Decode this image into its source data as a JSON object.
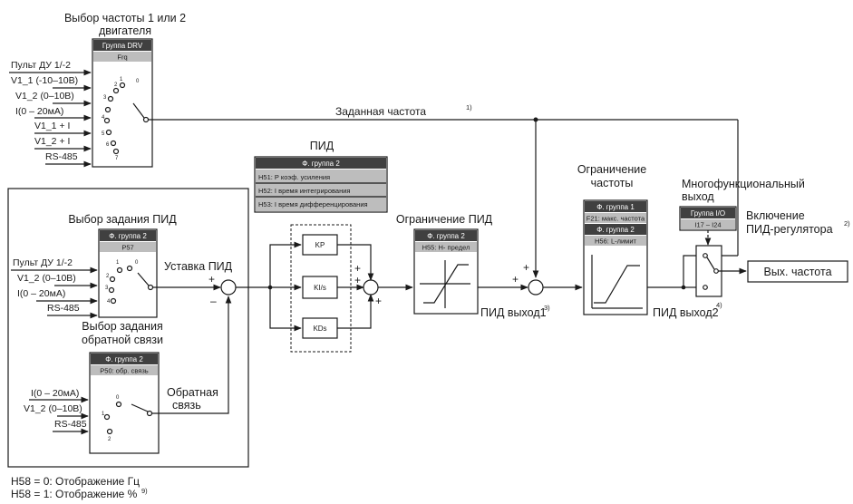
{
  "motor_select": {
    "title_line1": "Выбор частоты 1 или 2",
    "title_line2": "двигателя",
    "group": "Группа DRV",
    "param": "Frq",
    "inputs": [
      "Пульт ДУ 1/-2",
      "V1_1 (-10–10В)",
      "V1_2 (0–10В)",
      "I(0 – 20мА)",
      "V1_1 + I",
      "V1_2 + I",
      "RS-485"
    ],
    "switch_nums": [
      "0",
      "1",
      "2",
      "3",
      "4",
      "5",
      "6",
      "7"
    ]
  },
  "set_freq": {
    "label": "Заданная частота",
    "note": "1)"
  },
  "pid": {
    "title": "ПИД",
    "group": "Ф. группа 2",
    "params": [
      "H51: P коэф. усиления",
      "H52: I время интегрирования",
      "H53: I время дифференцирования"
    ],
    "blocks": [
      "KP",
      "KI/s",
      "KDs"
    ]
  },
  "pid_ref_select": {
    "title": "Выбор задания ПИД",
    "group": "Ф. группа 2",
    "param": "P57",
    "inputs": [
      "Пульт ДУ 1/-2",
      "V1_2 (0–10В)",
      "I(0 – 20мА)",
      "RS-485"
    ],
    "switch_nums": [
      "0",
      "1",
      "2",
      "3",
      "4"
    ]
  },
  "setpoint_label": "Уставка ПИД",
  "feedback_select": {
    "title_line1": "Выбор задания",
    "title_line2": "обратной связи",
    "group": "Ф. группа 2",
    "param": "P50: обр. связь",
    "inputs": [
      "I(0 – 20мА)",
      "V1_2 (0–10В)",
      "RS-485"
    ],
    "switch_nums": [
      "0",
      "1",
      "2"
    ]
  },
  "feedback_label_line1": "Обратная",
  "feedback_label_line2": "связь",
  "pid_limit": {
    "title": "Ограничение ПИД",
    "group": "Ф. группа 2",
    "param": "H55: Н- предел"
  },
  "pid_out1": {
    "label": "ПИД выход1",
    "note": "3)"
  },
  "freq_limit": {
    "title_line1": "Ограничение",
    "title_line2": "частоты",
    "group1": "Ф. группа 1",
    "param1": "F21: макс. частота",
    "group2": "Ф. группа 2",
    "param2": "H56: L-лимит"
  },
  "pid_out2": {
    "label": "ПИД выход2",
    "note": "4)"
  },
  "multi_out": {
    "title_line1": "Многофункциональный",
    "title_line2": "выход",
    "group": "Группа I/O",
    "param": "I17 – I24",
    "enable_line1": "Включение",
    "enable_line2": "ПИД-регулятора",
    "note": "2)"
  },
  "output_box": "Вых. частота",
  "signs": {
    "plus": "+",
    "minus": "–"
  },
  "footer": {
    "line1": "H58 = 0: Отображение Гц",
    "line2": "H58 = 1: Отображение %",
    "note": "9)"
  }
}
